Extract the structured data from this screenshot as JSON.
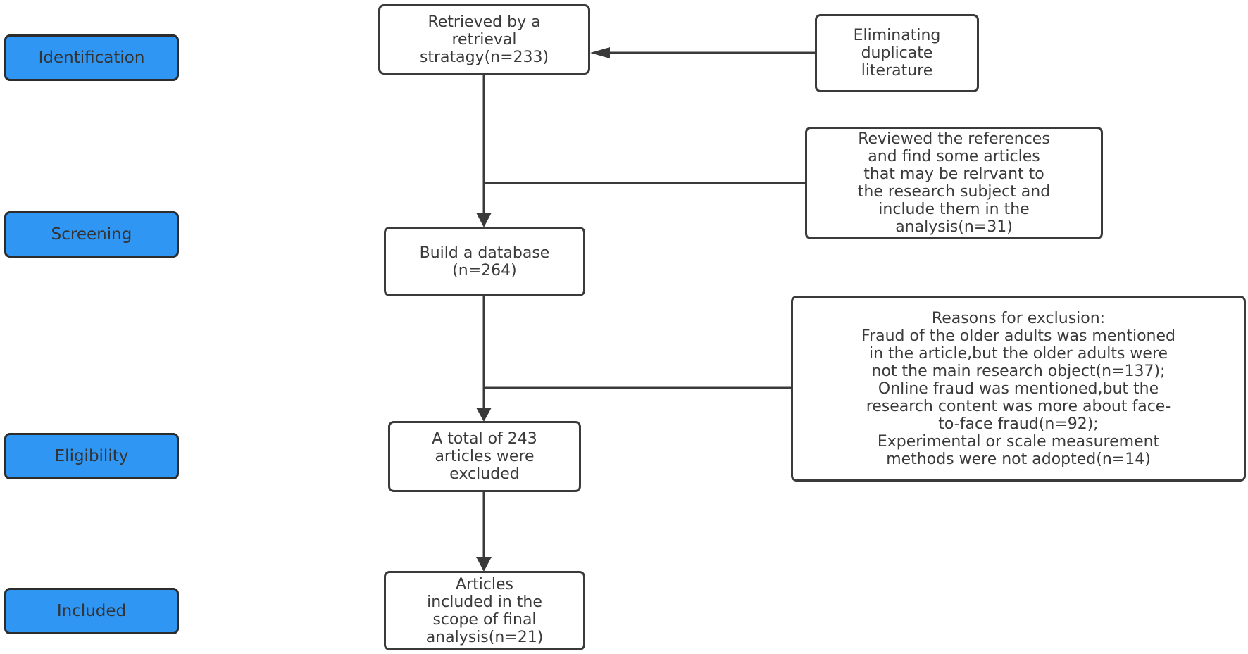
{
  "stages": {
    "identification": "Identification",
    "screening": "Screening",
    "eligibility": "Eligibility",
    "included": "Included"
  },
  "boxes": {
    "retrieved": [
      "Retrieved by a",
      "retrieval",
      "stratagy(n=233)"
    ],
    "eliminating": [
      "Eliminating",
      "duplicate",
      "literature"
    ],
    "reviewed": [
      "Reviewed the references",
      "and find some articles",
      "that may be relrvant to",
      "the research subject and",
      "include them in the",
      "analysis(n=31)"
    ],
    "database": [
      "Build a database",
      "(n=264)"
    ],
    "reasons": [
      "Reasons for exclusion:",
      "Fraud of the older adults was mentioned",
      "in the article,but the older adults were",
      "not the main research object(n=137);",
      "Online fraud was mentioned,but the",
      "research content was more about face-",
      "to-face fraud(n=92);",
      "Experimental or scale measurement",
      "methods were not adopted(n=14)"
    ],
    "excluded": [
      "A total of 243",
      "articles were",
      "excluded"
    ],
    "included": [
      "Articles",
      "included in the",
      "scope of final",
      "analysis(n=21)"
    ]
  },
  "colors": {
    "stage_fill": "#2f96f3",
    "border": "#3a3a3a",
    "line": "#3a3a3a"
  }
}
